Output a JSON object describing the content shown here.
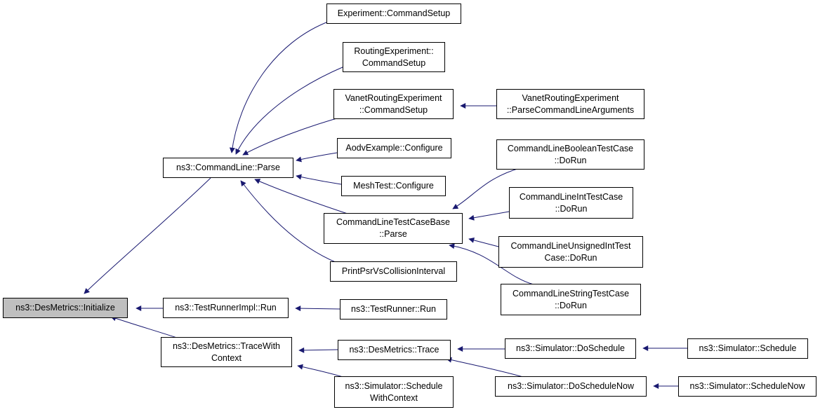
{
  "nodes": {
    "initialize": {
      "lines": [
        "ns3::DesMetrics::Initialize"
      ]
    },
    "clParse": {
      "lines": [
        "ns3::CommandLine::Parse"
      ]
    },
    "testRunnerImplRun": {
      "lines": [
        "ns3::TestRunnerImpl::Run"
      ]
    },
    "traceWithContext": {
      "lines": [
        "ns3::DesMetrics::TraceWith",
        "Context"
      ]
    },
    "expCmdSetup": {
      "lines": [
        "Experiment::CommandSetup"
      ]
    },
    "routingExp": {
      "lines": [
        "RoutingExperiment::",
        "CommandSetup"
      ]
    },
    "vanetCmdSetup": {
      "lines": [
        "VanetRoutingExperiment",
        "::CommandSetup"
      ]
    },
    "aodvConfigure": {
      "lines": [
        "AodvExample::Configure"
      ]
    },
    "meshConfigure": {
      "lines": [
        "MeshTest::Configure"
      ]
    },
    "clTestCaseBaseParse": {
      "lines": [
        "CommandLineTestCaseBase",
        "::Parse"
      ]
    },
    "printPsr": {
      "lines": [
        "PrintPsrVsCollisionInterval"
      ]
    },
    "testRunnerRun": {
      "lines": [
        "ns3::TestRunner::Run"
      ]
    },
    "desTrace": {
      "lines": [
        "ns3::DesMetrics::Trace"
      ]
    },
    "scheduleWithContext": {
      "lines": [
        "ns3::Simulator::Schedule",
        "WithContext"
      ]
    },
    "vanetParseArgs": {
      "lines": [
        "VanetRoutingExperiment",
        "::ParseCommandLineArguments"
      ]
    },
    "clBoolTest": {
      "lines": [
        "CommandLineBooleanTestCase",
        "::DoRun"
      ]
    },
    "clIntTest": {
      "lines": [
        "CommandLineIntTestCase",
        "::DoRun"
      ]
    },
    "clUnsignedTest": {
      "lines": [
        "CommandLineUnsignedIntTest",
        "Case::DoRun"
      ]
    },
    "clStringTest": {
      "lines": [
        "CommandLineStringTestCase",
        "::DoRun"
      ]
    },
    "doSchedule": {
      "lines": [
        "ns3::Simulator::DoSchedule"
      ]
    },
    "doScheduleNow": {
      "lines": [
        "ns3::Simulator::DoScheduleNow"
      ]
    },
    "schedule": {
      "lines": [
        "ns3::Simulator::Schedule"
      ]
    },
    "scheduleNow": {
      "lines": [
        "ns3::Simulator::ScheduleNow"
      ]
    }
  },
  "edges": [
    {
      "from": "clParse",
      "to": "initialize"
    },
    {
      "from": "testRunnerImplRun",
      "to": "initialize"
    },
    {
      "from": "traceWithContext",
      "to": "initialize"
    },
    {
      "from": "expCmdSetup",
      "to": "clParse"
    },
    {
      "from": "routingExp",
      "to": "clParse"
    },
    {
      "from": "vanetCmdSetup",
      "to": "clParse"
    },
    {
      "from": "aodvConfigure",
      "to": "clParse"
    },
    {
      "from": "meshConfigure",
      "to": "clParse"
    },
    {
      "from": "clTestCaseBaseParse",
      "to": "clParse"
    },
    {
      "from": "printPsr",
      "to": "clParse"
    },
    {
      "from": "vanetParseArgs",
      "to": "vanetCmdSetup"
    },
    {
      "from": "clBoolTest",
      "to": "clTestCaseBaseParse"
    },
    {
      "from": "clIntTest",
      "to": "clTestCaseBaseParse"
    },
    {
      "from": "clUnsignedTest",
      "to": "clTestCaseBaseParse"
    },
    {
      "from": "clStringTest",
      "to": "clTestCaseBaseParse"
    },
    {
      "from": "testRunnerRun",
      "to": "testRunnerImplRun"
    },
    {
      "from": "desTrace",
      "to": "traceWithContext"
    },
    {
      "from": "scheduleWithContext",
      "to": "traceWithContext"
    },
    {
      "from": "doSchedule",
      "to": "desTrace"
    },
    {
      "from": "doScheduleNow",
      "to": "desTrace"
    },
    {
      "from": "schedule",
      "to": "doSchedule"
    },
    {
      "from": "scheduleNow",
      "to": "doScheduleNow"
    }
  ],
  "colors": {
    "edge": "#191970",
    "root_fill": "#bfbfbf",
    "node_border": "#000000"
  }
}
